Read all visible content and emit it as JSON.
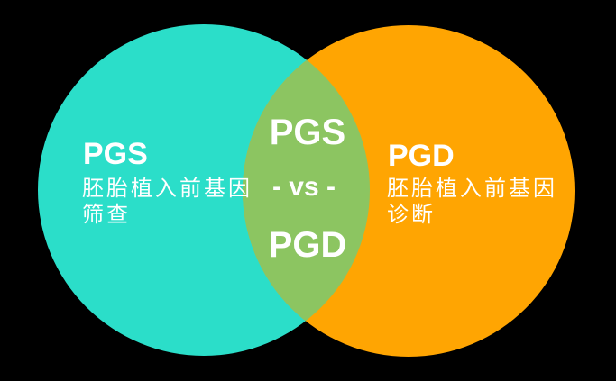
{
  "colors": {
    "background": "#000000",
    "left_circle": "#2BDEC9",
    "right_circle": "#FFA502",
    "overlap": "#8CC561",
    "text": "#FFFFFF"
  },
  "left": {
    "acronym": "PGS",
    "desc_line1": "胚胎植入前基因",
    "desc_line2": "筛查"
  },
  "right": {
    "acronym": "PGD",
    "desc_line1": "胚胎植入前基因",
    "desc_line2": "诊断"
  },
  "overlap": {
    "line1": "PGS",
    "line2": "- vs -",
    "line3": "PGD"
  }
}
